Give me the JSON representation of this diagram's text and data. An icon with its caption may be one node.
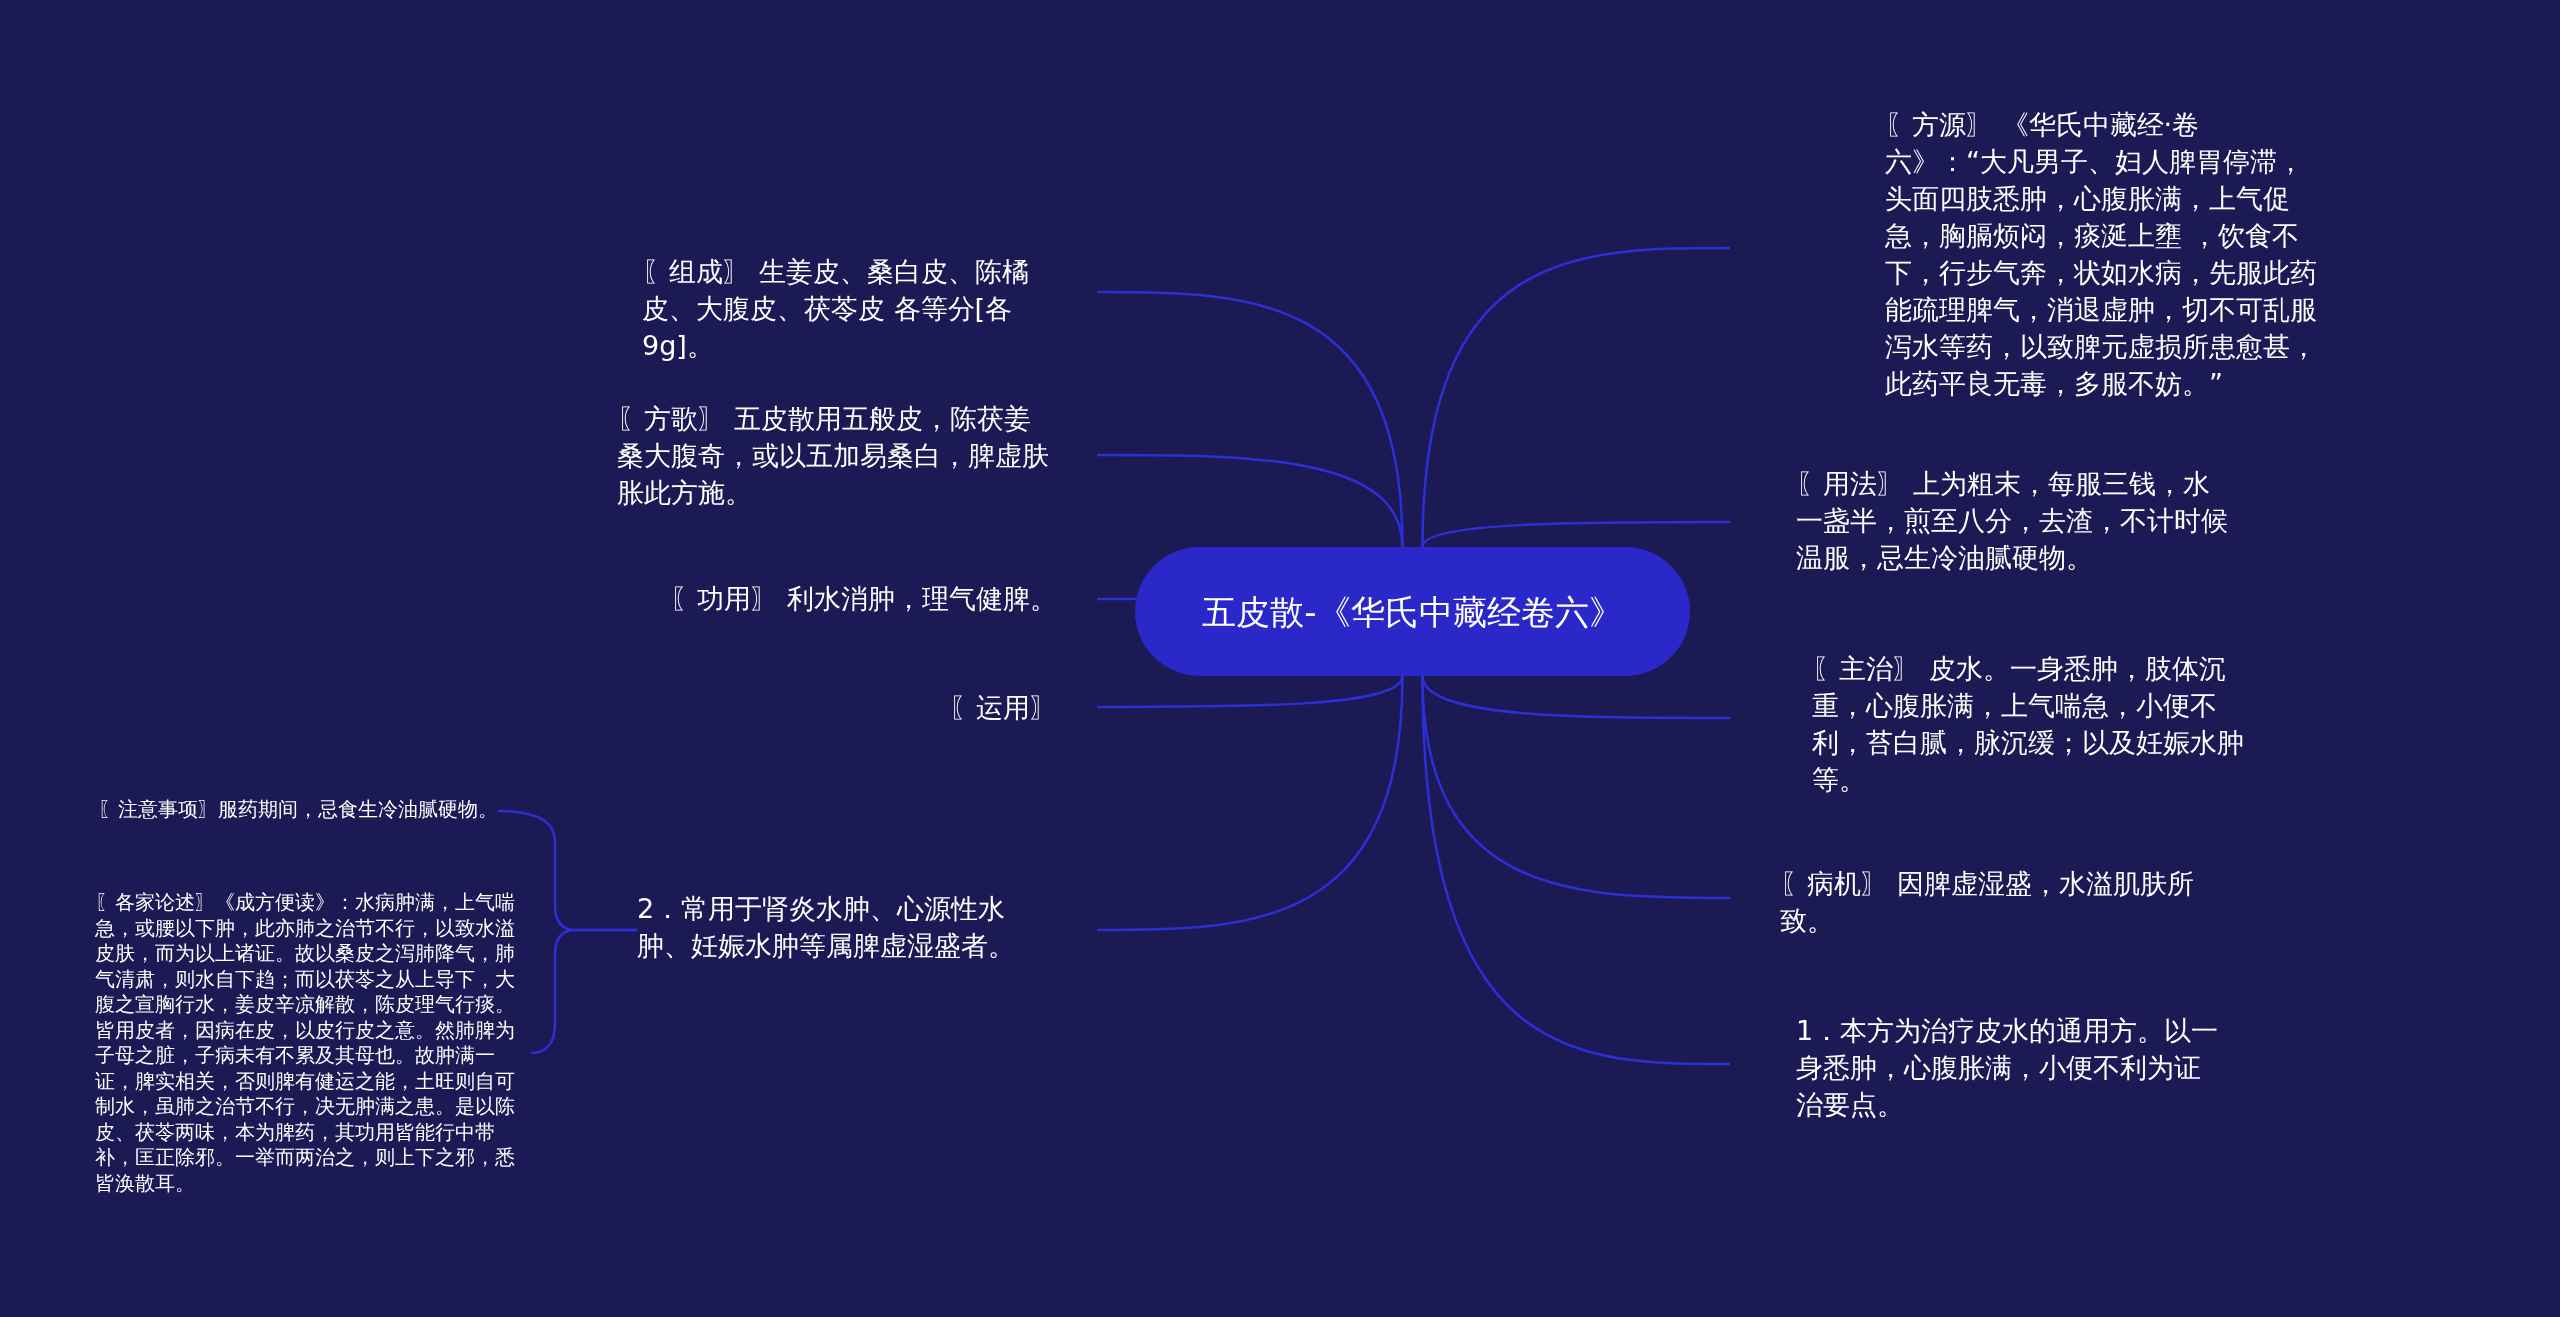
{
  "diagram": {
    "nodes": [
      {
        "text": [
          "五皮散-《华氏中藏经卷六》"
        ]
      },
      {
        "text": [
          "〖组成〗 生姜皮、桑白皮、陈橘皮、大腹皮、茯苓皮 各等分[各9g]。"
        ]
      },
      {
        "text": [
          "〖方歌〗 五皮散用五般皮，陈茯姜桑大腹奇，或以五加易桑白，脾虚肤胀此方施。"
        ]
      },
      {
        "text": [
          "〖功用〗 利水消肿，理气健脾。"
        ]
      },
      {
        "text": [
          "〖运用〗"
        ]
      },
      {
        "text": [
          "2．常用于肾炎水肿、心源性水肿、妊娠水肿等属脾虚湿盛者。"
        ]
      },
      {
        "text": [
          "〖注意事项〗服药期间，忌食生冷油腻硬物。"
        ]
      },
      {
        "text": [
          "〖各家论述〗《成方便读》：水病肿满，上气喘急，或腰以下肿，此亦肺之治节不行，以致水溢皮肤，而为以上诸证。故以桑皮之泻肺降气，肺气清肃，则水自下趋；而以茯苓之从上导下，大腹之宣胸行水，姜皮辛凉解散，陈皮理气行痰。皆用皮者，因病在皮，以皮行皮之意。然肺脾为子母之脏，子病未有不累及其母也。故肿满一证，脾实相关，否则脾有健运之能，土旺则自可制水，虽肺之治节不行，决无肿满之患。是以陈皮、茯苓两味，本为脾药，其功用皆能行中带补，匡正除邪。一举而两治之，则上下之邪，悉皆涣散耳。"
        ]
      },
      {
        "text": [
          "〖方源〗 《华氏中藏经·卷六》：“大凡男子、妇人脾胃停滞，头面四肢悉肿，心腹胀满，上气促急，胸膈烦闷，痰涎上壅 ，饮食不下，行步气奔，状如水病，先服此药能疏理脾气，消退虚肿，切不可乱服泻水等药，以致脾元虚损所患愈甚，此药平良无毒，多服不妨。”"
        ]
      },
      {
        "text": [
          "〖用法〗 上为粗末，每服三钱，水一盏半，煎至八分，去渣，不计时候温服，忌生冷油腻硬物。"
        ]
      },
      {
        "text": [
          "〖主治〗 皮水。一身悉肿，肢体沉重，心腹胀满，上气喘急，小便不利，苔白腻，脉沉缓；以及妊娠水肿等。"
        ]
      },
      {
        "text": [
          "〖病机〗 因脾虚湿盛，水溢肌肤所致。"
        ]
      },
      {
        "text": [
          "1．本方为治疗皮水的通用方。以一身悉肿，心腹胀满，小便不利为证治要点。"
        ]
      }
    ],
    "edges": [
      {
        "from": 0,
        "to": 1,
        "arrow": "none"
      },
      {
        "from": 0,
        "to": 2,
        "arrow": "none"
      },
      {
        "from": 0,
        "to": 3,
        "arrow": "none"
      },
      {
        "from": 0,
        "to": 4,
        "arrow": "none"
      },
      {
        "from": 0,
        "to": 5,
        "arrow": "none"
      },
      {
        "from": 5,
        "to": 6,
        "arrow": "none"
      },
      {
        "from": 5,
        "to": 7,
        "arrow": "none"
      },
      {
        "from": 0,
        "to": 8,
        "arrow": "none"
      },
      {
        "from": 0,
        "to": 9,
        "arrow": "none"
      },
      {
        "from": 0,
        "to": 10,
        "arrow": "none"
      },
      {
        "from": 0,
        "to": 11,
        "arrow": "none"
      },
      {
        "from": 0,
        "to": 12,
        "arrow": "none"
      }
    ]
  }
}
